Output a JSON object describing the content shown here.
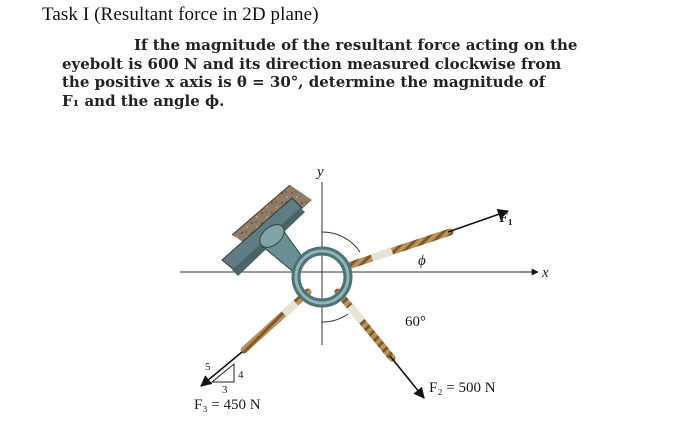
{
  "task": {
    "title": "Task I (Resultant force in 2D plane)"
  },
  "problem": {
    "lines": [
      "If the magnitude of the resultant force acting on the",
      "eyebolt is 600 N and its direction measured clockwise from",
      "the positive x axis is θ = 30°, determine the magnitude of",
      "F₁ and the angle ϕ."
    ]
  },
  "figure": {
    "axis_y": "y",
    "axis_x": "x",
    "f1": "F₁",
    "phi": "ϕ",
    "angle_60": "60°",
    "f2": "F₂ = 500 N",
    "f3": "F₃ = 450 N",
    "slope_5": "5",
    "slope_4": "4",
    "slope_3": "3"
  }
}
